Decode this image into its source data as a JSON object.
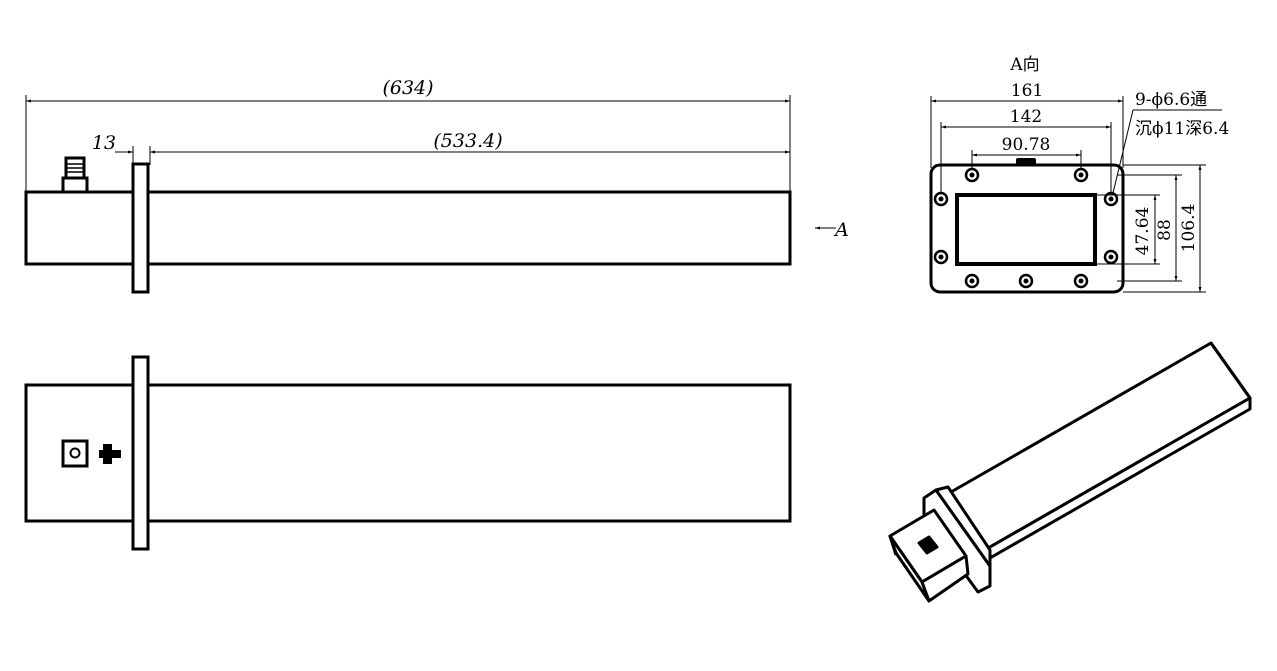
{
  "side_view": {
    "overall_length": "(634)",
    "flange_offset": "13",
    "tube_length": "(533.4)",
    "view_arrow_label": "A"
  },
  "end_view": {
    "title": "A向",
    "width_outer": "161",
    "width_holes": "142",
    "width_inner": "90.78",
    "hole_note_line1": "9-ϕ6.6通",
    "hole_note_line2": "沉ϕ11深6.4",
    "height_inner": "47.64",
    "height_holes": "88",
    "height_outer": "106.4"
  }
}
